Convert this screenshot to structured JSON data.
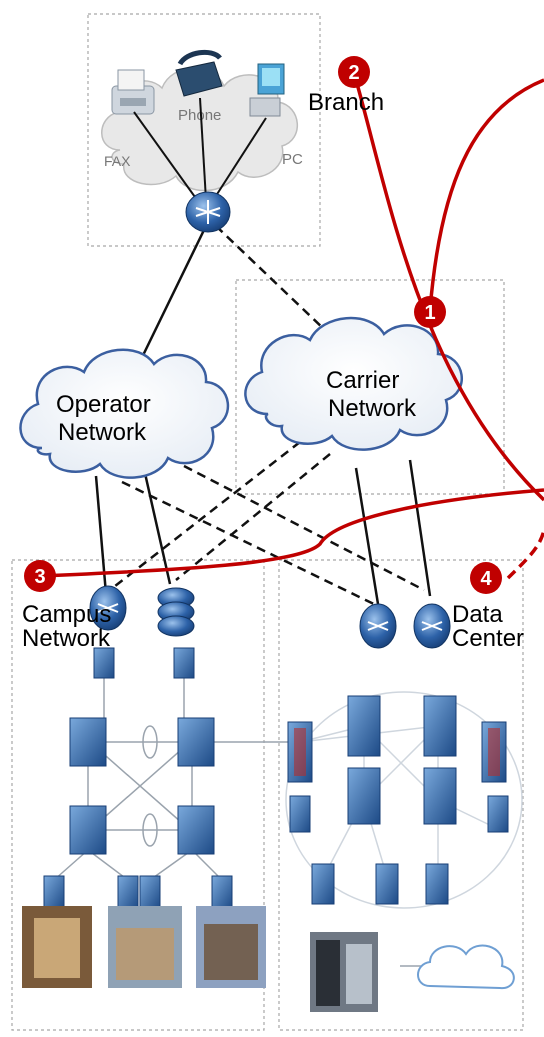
{
  "colors": {
    "accent_red": "#c00000",
    "device_blue": "#1f4f8c",
    "device_light": "#6f9fd3",
    "dashed_box": "#a8a8a8",
    "cloud_outline": "#3b5fa0"
  },
  "labels": {
    "branch": "Branch",
    "fax": "FAX",
    "phone": "Phone",
    "pc": "PC",
    "operator_line1": "Operator",
    "operator_line2": "Network",
    "carrier_line1": "Carrier",
    "carrier_line2": "Network",
    "campus_line1": "Campus",
    "campus_line2": "Network",
    "dc_line1": "Data",
    "dc_line2": "Center"
  },
  "markers": {
    "m1": "1",
    "m2": "2",
    "m3": "3",
    "m4": "4"
  },
  "icons": [
    "fax-icon",
    "phone-icon",
    "pc-icon",
    "router-icon",
    "switch-icon",
    "firewall-icon",
    "server-icon",
    "building-photo",
    "datacenter-photo",
    "cloud-icon"
  ]
}
